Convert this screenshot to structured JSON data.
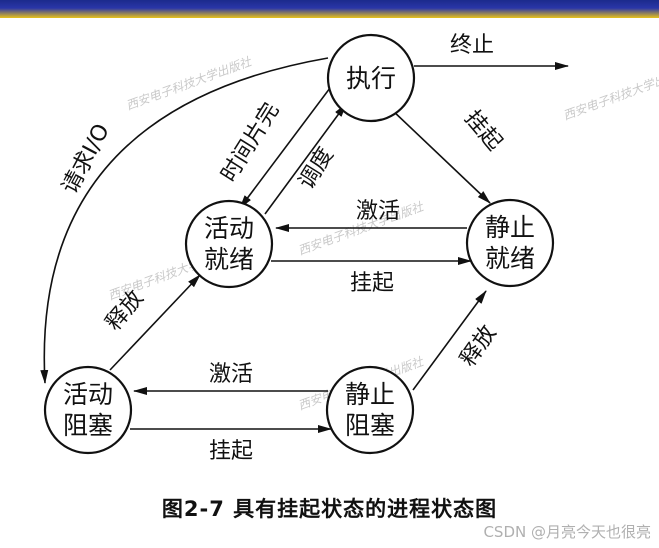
{
  "nodes": {
    "running": [
      "执行"
    ],
    "active_ready": [
      "活动",
      "就绪"
    ],
    "static_ready": [
      "静止",
      "就绪"
    ],
    "active_blocked": [
      "活动",
      "阻塞"
    ],
    "static_blocked": [
      "静止",
      "阻塞"
    ]
  },
  "edges": {
    "terminate": "终止",
    "suspend_running": "挂起",
    "time_slice": "时间片完",
    "dispatch": "调度",
    "activate_ready": "激活",
    "suspend_ready": "挂起",
    "request_io": "请求I/O",
    "release_left": "释放",
    "release_right": "释放",
    "activate_blocked": "激活",
    "suspend_blocked": "挂起"
  },
  "watermark": "西安电子科技大学出版社",
  "caption": "图2-7    具有挂起状态的进程状态图",
  "credit": "CSDN @月亮今天也很亮"
}
